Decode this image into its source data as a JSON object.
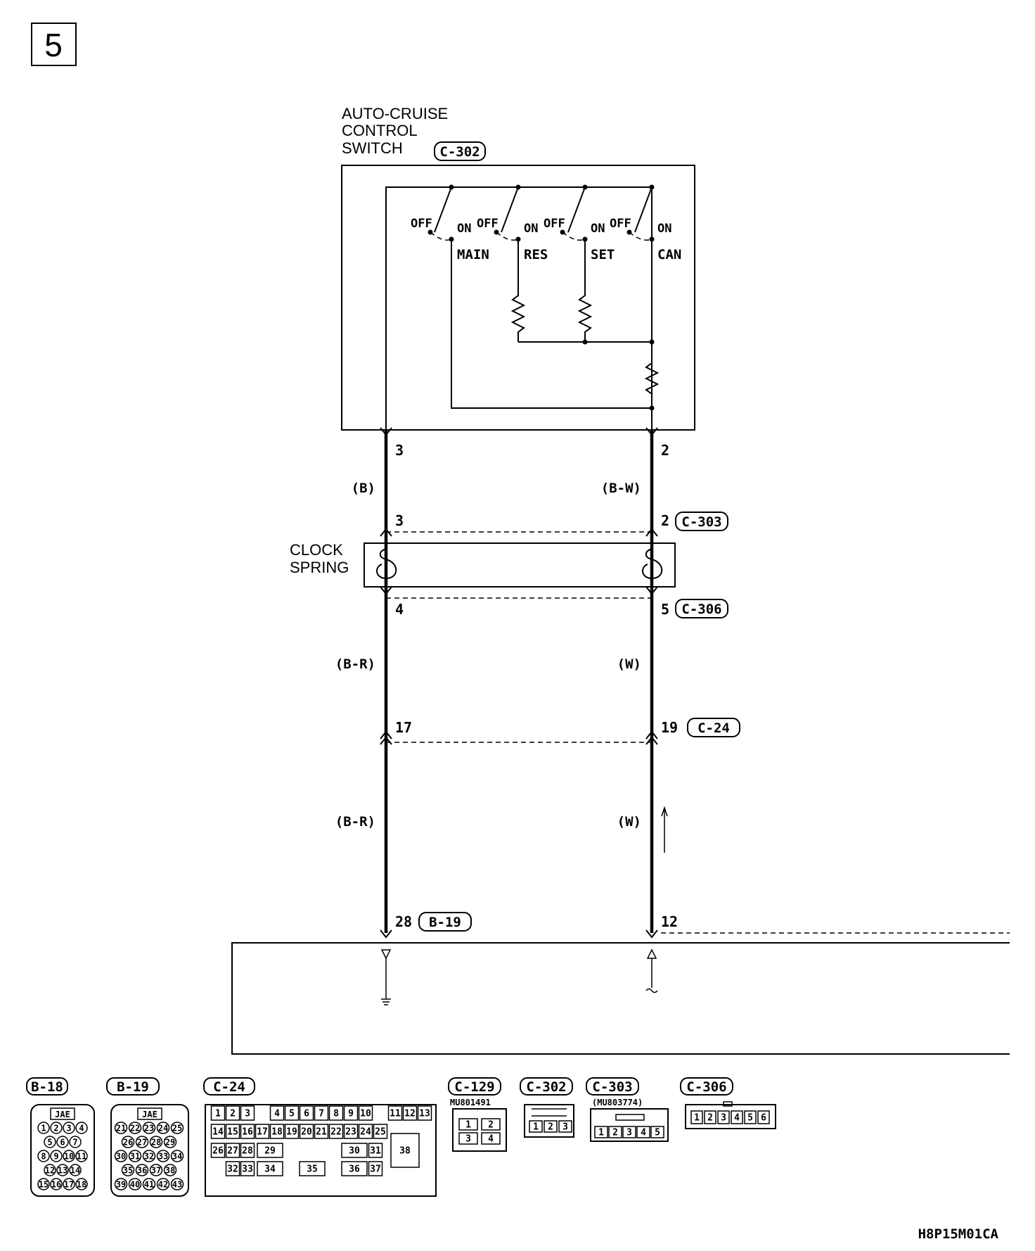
{
  "page": {
    "number": "5",
    "code": "H8P15M01CA"
  },
  "switch": {
    "title_lines": [
      "AUTO-CRUISE",
      "CONTROL",
      "SWITCH"
    ],
    "connector": "C-302",
    "off_label": "OFF",
    "on_label": "ON",
    "positions": [
      "MAIN",
      "RES",
      "SET",
      "CAN"
    ]
  },
  "clock_spring": {
    "title_lines": [
      "CLOCK",
      "SPRING"
    ]
  },
  "wires": {
    "left": {
      "pins": [
        "3",
        "3",
        "4",
        "17",
        "28"
      ],
      "colors": [
        "(B)",
        "(B-R)",
        "(B-R)"
      ],
      "end_connector": "B-19"
    },
    "right": {
      "pins": [
        "2",
        "2",
        "5",
        "19",
        "12"
      ],
      "colors": [
        "(B-W)",
        "(W)",
        "(W)"
      ],
      "connectors": [
        "C-303",
        "C-306",
        "C-24"
      ]
    }
  },
  "connector_views": [
    {
      "id": "B-18",
      "sub": "JAE",
      "rows": [
        [
          "1",
          "2",
          "3",
          "4"
        ],
        [
          "5",
          "6",
          "7"
        ],
        [
          "8",
          "9",
          "10",
          "11"
        ],
        [
          "12",
          "13",
          "14"
        ],
        [
          "15",
          "16",
          "17",
          "18"
        ]
      ]
    },
    {
      "id": "B-19",
      "sub": "JAE",
      "rows": [
        [
          "21",
          "22",
          "23",
          "24",
          "25"
        ],
        [
          "26",
          "27",
          "28",
          "29"
        ],
        [
          "30",
          "31",
          "32",
          "33",
          "34"
        ],
        [
          "35",
          "36",
          "37",
          "38"
        ],
        [
          "39",
          "40",
          "41",
          "42",
          "43"
        ]
      ]
    },
    {
      "id": "C-24",
      "rows": [
        [
          "1",
          "2",
          "3",
          "4",
          "5",
          "6",
          "7",
          "8",
          "9",
          "10",
          "11",
          "12",
          "13"
        ],
        [
          "14",
          "15",
          "16",
          "17",
          "18",
          "19",
          "20",
          "21",
          "22",
          "23",
          "24",
          "25"
        ],
        [
          "26",
          "27",
          "28",
          "29",
          "30",
          "31",
          "38"
        ],
        [
          "32",
          "33",
          "34",
          "35",
          "36",
          "37"
        ]
      ]
    },
    {
      "id": "C-129",
      "sub": "MU801491",
      "rows": [
        [
          "1",
          "2"
        ],
        [
          "3",
          "4"
        ]
      ]
    },
    {
      "id": "C-302",
      "rows": [
        [
          "1",
          "2",
          "3"
        ]
      ]
    },
    {
      "id": "C-303",
      "sub": "(MU803774)",
      "rows": [
        [
          "1",
          "2",
          "3",
          "4",
          "5"
        ]
      ]
    },
    {
      "id": "C-306",
      "rows": [
        [
          "1",
          "2",
          "3",
          "4",
          "5",
          "6"
        ]
      ]
    }
  ]
}
